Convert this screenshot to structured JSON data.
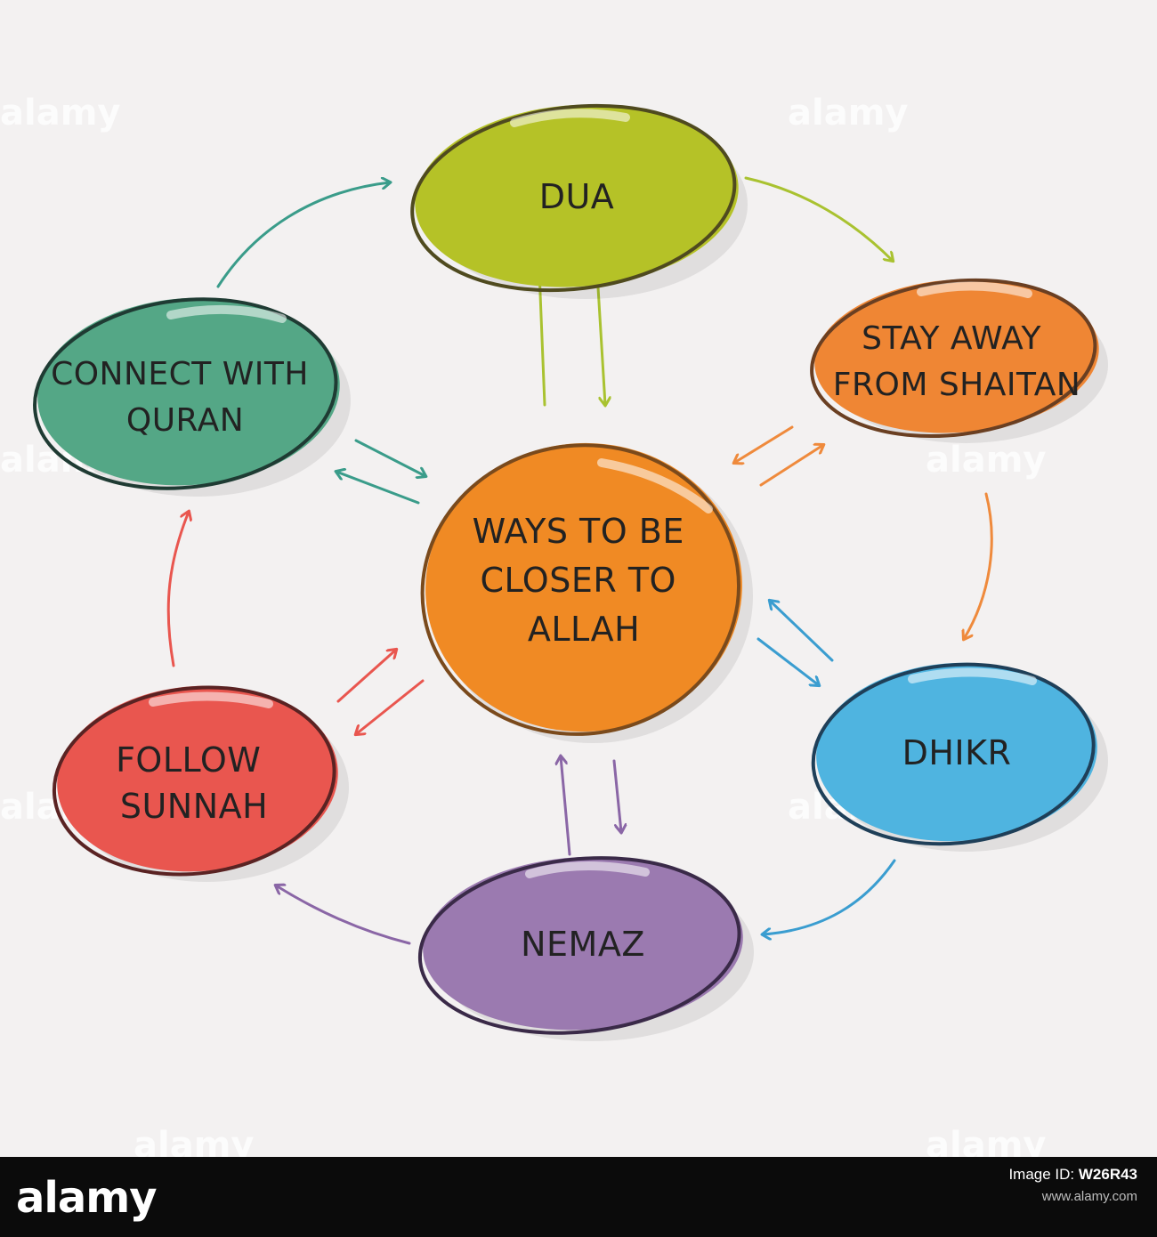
{
  "diagram": {
    "center": {
      "lines": [
        "WAYS TO BE",
        "CLOSER TO",
        "ALLAH"
      ],
      "fill": "#f08a24",
      "stroke": "#7a4a1c"
    },
    "nodes": [
      {
        "id": "dua",
        "lines": [
          "DUA"
        ],
        "fill": "#b5c227",
        "stroke": "#4f4a1f"
      },
      {
        "id": "stay-away",
        "lines": [
          "STAY AWAY",
          "FROM SHAITAN"
        ],
        "fill": "#ef8634",
        "stroke": "#6a3f22"
      },
      {
        "id": "dhikr",
        "lines": [
          "DHIKR"
        ],
        "fill": "#4fb4e0",
        "stroke": "#1f3f58"
      },
      {
        "id": "nemaz",
        "lines": [
          "NEMAZ"
        ],
        "fill": "#9b7ab0",
        "stroke": "#3a2a48"
      },
      {
        "id": "follow-sunnah",
        "lines": [
          "FOLLOW",
          "SUNNAH"
        ],
        "fill": "#e9564f",
        "stroke": "#5a2323"
      },
      {
        "id": "connect-quran",
        "lines": [
          "CONNECT WITH",
          "QURAN"
        ],
        "fill": "#54a786",
        "stroke": "#1f3b33"
      }
    ],
    "arrow_colors": {
      "dua": "#a9c230",
      "stay-away": "#ef8a3c",
      "dhikr": "#3a9dd0",
      "nemaz": "#8a66a6",
      "follow-sunnah": "#e9564f",
      "connect-quran": "#3a9c8a"
    }
  },
  "watermark": {
    "brand": "alamy",
    "tile_text": "alamy",
    "image_id_label": "Image ID: ",
    "image_id": "W26R43",
    "site": "www.alamy.com"
  }
}
